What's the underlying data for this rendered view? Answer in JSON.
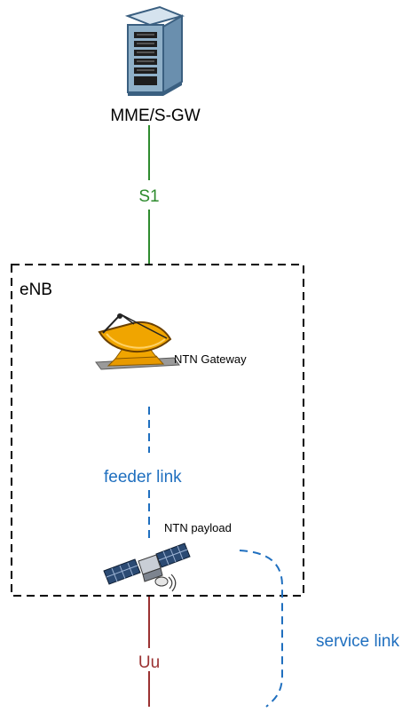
{
  "nodes": {
    "core": {
      "label": "MME/S-GW",
      "icon": "server-tower-icon"
    },
    "enb": {
      "label": "eNB"
    },
    "gateway": {
      "label": "NTN Gateway",
      "icon": "satellite-dish-icon"
    },
    "payload": {
      "label": "NTN payload",
      "icon": "satellite-icon"
    }
  },
  "links": {
    "s1": {
      "label": "S1",
      "color": "#2e8b2e"
    },
    "feeder": {
      "label": "feeder link",
      "color": "#1f6fbf"
    },
    "uu": {
      "label": "Uu",
      "color": "#9b3232"
    },
    "service": {
      "label": "service link",
      "color": "#1f6fbf"
    }
  },
  "colors": {
    "text": "#000000",
    "enb_box_border": "#000000",
    "dish": "#f0a500",
    "server": "#5f7f99"
  }
}
